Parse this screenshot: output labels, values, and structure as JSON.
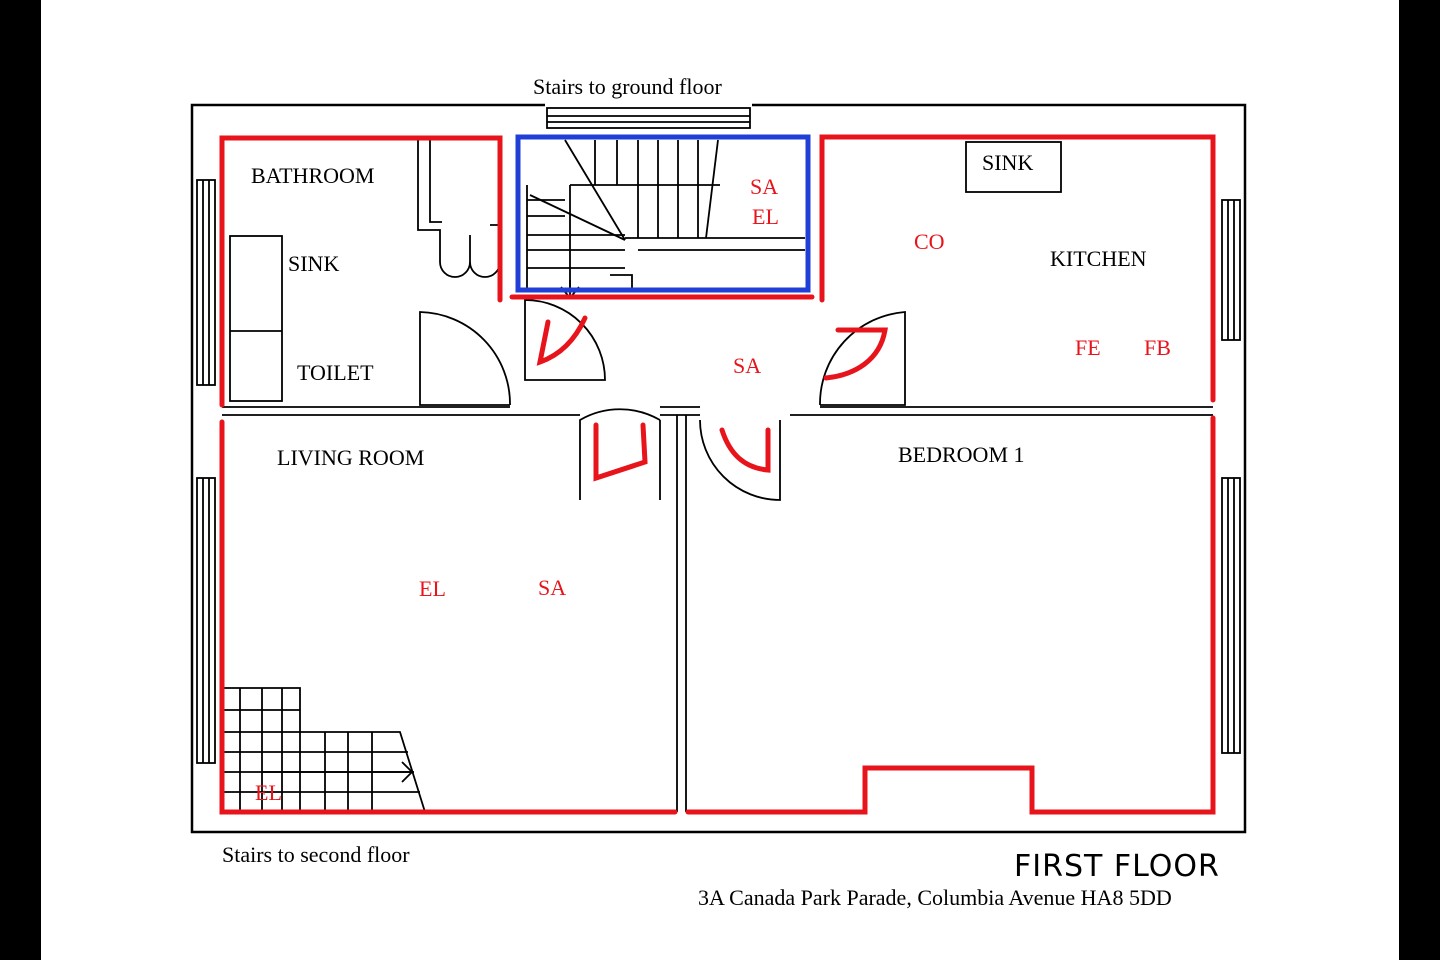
{
  "plan": {
    "title": "FIRST FLOOR",
    "address": "3A Canada Park Parade, Columbia Avenue HA8 5DD",
    "stairs_top_label": "Stairs to ground floor",
    "stairs_bottom_label": "Stairs to second floor"
  },
  "rooms": {
    "bathroom": "BATHROOM",
    "sink_bath": "SINK",
    "toilet": "TOILET",
    "kitchen": "KITCHEN",
    "sink_kitchen": "SINK",
    "living_room": "LIVING ROOM",
    "bedroom": "BEDROOM 1"
  },
  "markers": {
    "stair_sa": "SA",
    "stair_el": "EL",
    "kitchen_co": "CO",
    "kitchen_fe": "FE",
    "kitchen_fb": "FB",
    "hall_sa": "SA",
    "living_el": "EL",
    "living_sa": "SA",
    "living_stair_el": "EL"
  },
  "colors": {
    "boundary_red": "#e8141c",
    "stair_blue": "#1f3fd6",
    "background": "#000000"
  }
}
